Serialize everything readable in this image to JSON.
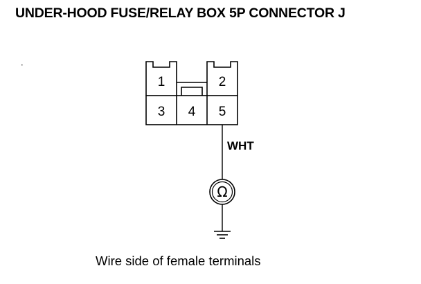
{
  "title": "UNDER-HOOD FUSE/RELAY BOX 5P CONNECTOR J",
  "connector": {
    "pins": {
      "p1": "1",
      "p2": "2",
      "p3": "3",
      "p4": "4",
      "p5": "5"
    }
  },
  "wire": {
    "color_code": "WHT",
    "from_pin": "5"
  },
  "meter": {
    "symbol": "Ω",
    "icon": "ohmmeter-icon"
  },
  "ground": {
    "icon": "ground-icon"
  },
  "caption": "Wire side of female terminals"
}
